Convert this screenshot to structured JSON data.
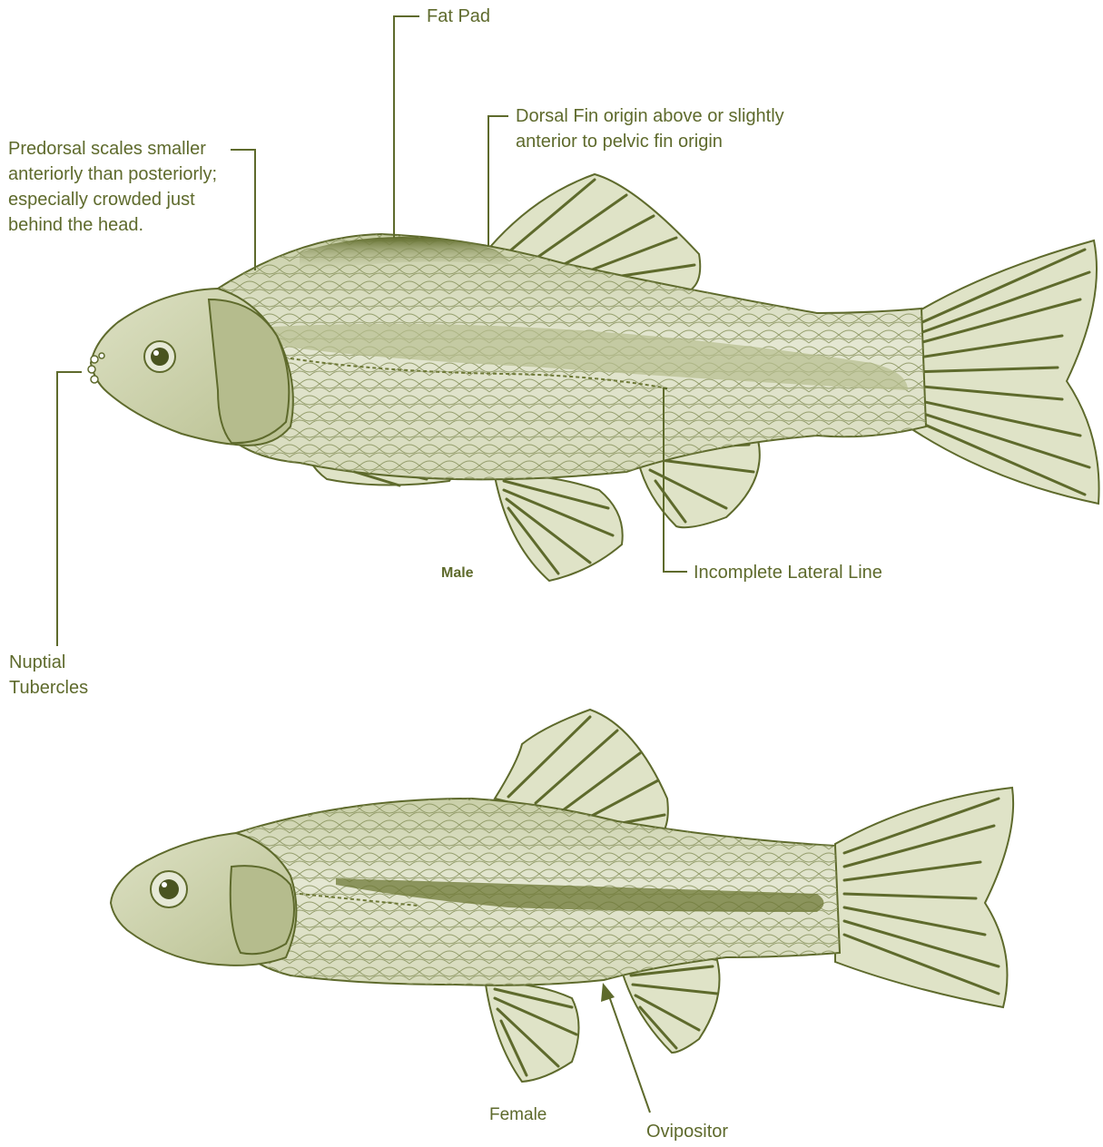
{
  "labels": {
    "fat_pad": "Fat Pad",
    "dorsal_fin": [
      "Dorsal Fin origin above or slightly",
      "anterior to pelvic fin origin"
    ],
    "predorsal": [
      "Predorsal scales smaller",
      "anteriorly than posteriorly;",
      "especially crowded just",
      "behind the head."
    ],
    "male": "Male",
    "incomplete_lateral_line": "Incomplete Lateral Line",
    "nuptial": [
      "Nuptial",
      "Tubercles"
    ],
    "female": "Female",
    "ovipositor": "Ovipositor"
  },
  "colors": {
    "ink": "#5e6a2c",
    "body_light": "#e3e6cf",
    "body_mid": "#c7cda6",
    "fin_dark": "#6d7836",
    "fat_pad": "#5f6b2a"
  }
}
